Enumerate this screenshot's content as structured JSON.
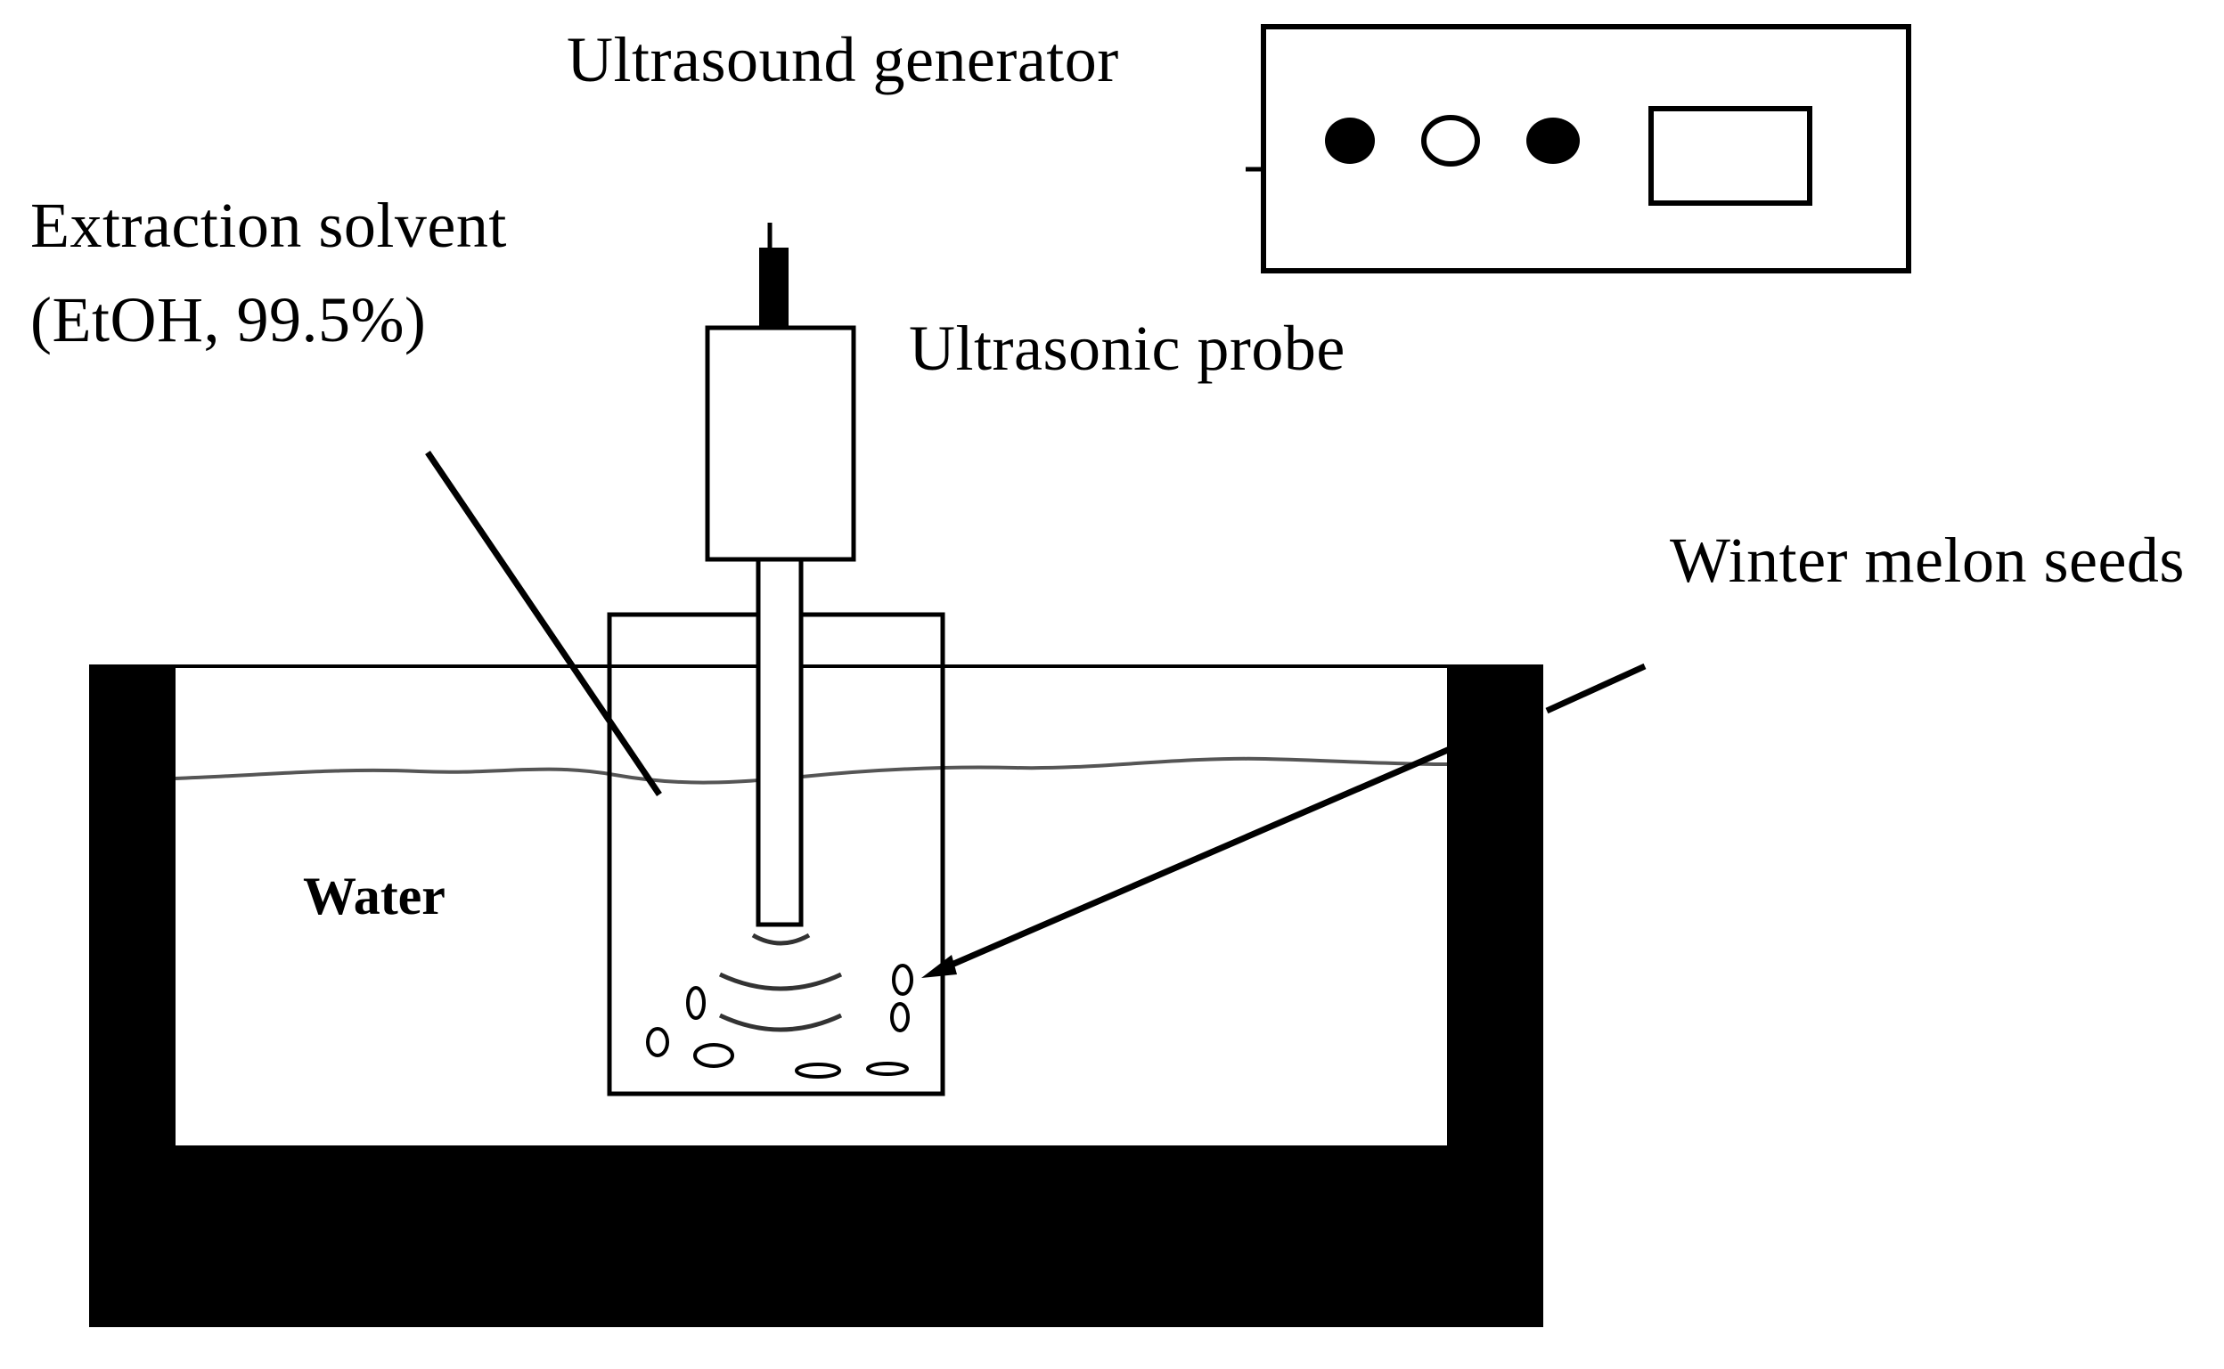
{
  "labels": {
    "ultrasound_generator": "Ultrasound generator",
    "extraction_solvent_line1": "Extraction solvent",
    "extraction_solvent_line2": "(EtOH, 99.5%)",
    "ultrasonic_probe": "Ultrasonic probe",
    "winter_melon_seeds": "Winter melon seeds",
    "water": "Water"
  },
  "generator_controls": [
    {
      "name": "knob-1-icon",
      "style": "filled"
    },
    {
      "name": "knob-2-icon",
      "style": "outline"
    },
    {
      "name": "knob-3-icon",
      "style": "filled"
    },
    {
      "name": "display-screen",
      "style": "outline"
    }
  ],
  "colors": {
    "ink": "#000000",
    "background": "#ffffff",
    "water_line": "#555555"
  }
}
